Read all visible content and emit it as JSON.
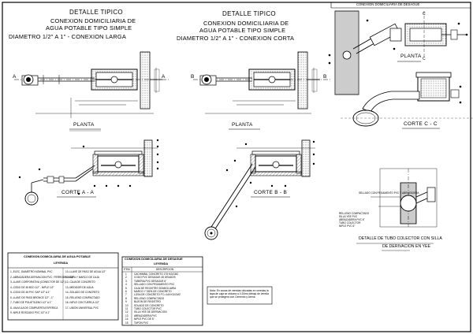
{
  "sheet": {
    "frame_title": "CONEXION DOMICILIARIA DE DESAGUE"
  },
  "detail_left": {
    "header": "DETALLE TIPICO",
    "line1": "CONEXION DOMICILIARIA DE",
    "line2": "AGUA POTABLE TIPO SIMPLE",
    "line3": "DIAMETRO   1/2\" A 1\"  -  CONEXION LARGA",
    "plan_label": "PLANTA",
    "section_label": "CORTE  A  -  A",
    "mark_a_left": "A",
    "mark_a_right": "A"
  },
  "detail_mid": {
    "header": "DETALLE TIPICO",
    "line1": "CONEXION DOMICILIARIA DE",
    "line2": "AGUA POTABLE TIPO SIMPLE",
    "line3": "DIAMETRO   1/2\" A 1\"  -  CONEXION CORTA",
    "plan_label": "PLANTA",
    "section_label": "CORTE  B  -  B",
    "mark_b_left": "B",
    "mark_b_right": "B"
  },
  "detail_right": {
    "plan_label": "PLANTA",
    "section_label": "CORTE  C  -  C",
    "mark_c_top": "C",
    "mark_c_bottom": "C",
    "silla_title_l1": "DETALLE DE TUBO COLECTOR CON SILLA",
    "silla_title_l2": "DE DERIVACION EN YEE"
  },
  "legend_water": {
    "title": "CONEXION DOMICILIARIA DE AGUA POTABLE",
    "subtitle": "LEYENDA",
    "left_items": [
      "1.-ELEC. DIAMETRO NOMINAL PVC",
      "2.-ABRAZADERA DERIVACION PVC / FERROBRONCE",
      "3.-LLAVE CORPORATIVA (CONECTOR DE 1/2\")",
      "4.-CODO DE 45 BCD 1/2\" - NIPLE 1/2\"",
      "5.-CODO DE 45 PVC SAP 1/2\" A 1\"",
      "6.-LLAVE DE PASO BRONCE 1/2\" - 1\"",
      "7.-TUBO DE POLIETILENO 1/2\" A 1\"",
      "8.-VALVULA DE COMPUERTA ESFERICA",
      "9.-NIPLE ROSCADO PVC 1/2\" A 1\""
    ],
    "right_items": [
      "10.-LLAVE DE PASO DE AGUA 1/2\"",
      "11.-TAPA Y MARCO DE CAJA",
      "12.-CAJA DE CONCRETO",
      "13.-MEDIDOR DE AGUA",
      "14.-SOLADO DE CONCRETO",
      "15.-RELLENO COMPACTADO",
      "16.-NIPLE CON TUERCA 1/2\"",
      "17.-UNION UNIVERSAL PVC"
    ]
  },
  "legend_sewer": {
    "title": "CONEXION DOMICILIARIA DE DESAGUE",
    "subtitle": "LEYENDA",
    "col_item": "ITEM",
    "col_desc": "DESCRIPCION",
    "rows": [
      {
        "item": "1",
        "desc": "CACHIMBA, CONCRETO 175 KG/CM2"
      },
      {
        "item": "2",
        "desc": "CODO PVC DESAGUE 45 GRADOS"
      },
      {
        "item": "3",
        "desc": "TUBERIA PVC DESAGUE 6\""
      },
      {
        "item": "4",
        "desc": "SELLADO CON PEGAMENTO PVC"
      },
      {
        "item": "5",
        "desc": "CAJA DE REGISTRO DOMICILIARIA"
      },
      {
        "item": "6",
        "desc": "MARCO Y TAPA DE CONCRETO"
      },
      {
        "item": "7",
        "desc": "LOSA DE CONCRETO F'C=140 KG/CM2"
      },
      {
        "item": "8",
        "desc": "RELLENO COMPACTADO"
      },
      {
        "item": "9",
        "desc": "BUZON DE REGISTRO"
      },
      {
        "item": "10",
        "desc": "SOLADO DE CONCRETO"
      },
      {
        "item": "11",
        "desc": "TUBO COLECTOR PVC"
      },
      {
        "item": "12",
        "desc": "SILLA YEE DE DERIVACION"
      },
      {
        "item": "13",
        "desc": "ABRAZADERA PVC"
      },
      {
        "item": "14",
        "desc": "NIPLE PVC DE 6\""
      },
      {
        "item": "15",
        "desc": "TAPON PVC"
      }
    ]
  },
  "notes": {
    "text": "Nota: En zonas de veredas ubicadas en veredas la tapa de caja se ubicara a 0.20ms debajo de vereda que se protegera con Cemento y Arena"
  },
  "silla_annot": {
    "left_lines": [
      "RELLENO COMPACTADO",
      "SILLA YEE PVC",
      "ABRAZADERA PVC 6\"",
      "TUBO COLECTOR",
      "NIPLE PVC 6\""
    ],
    "callout": "SELLADO CON PEGAMENTO PVC Y ABRAZADERA"
  },
  "colors": {
    "line": "#000000",
    "hatch": "#555555",
    "paper": "#ffffff"
  }
}
